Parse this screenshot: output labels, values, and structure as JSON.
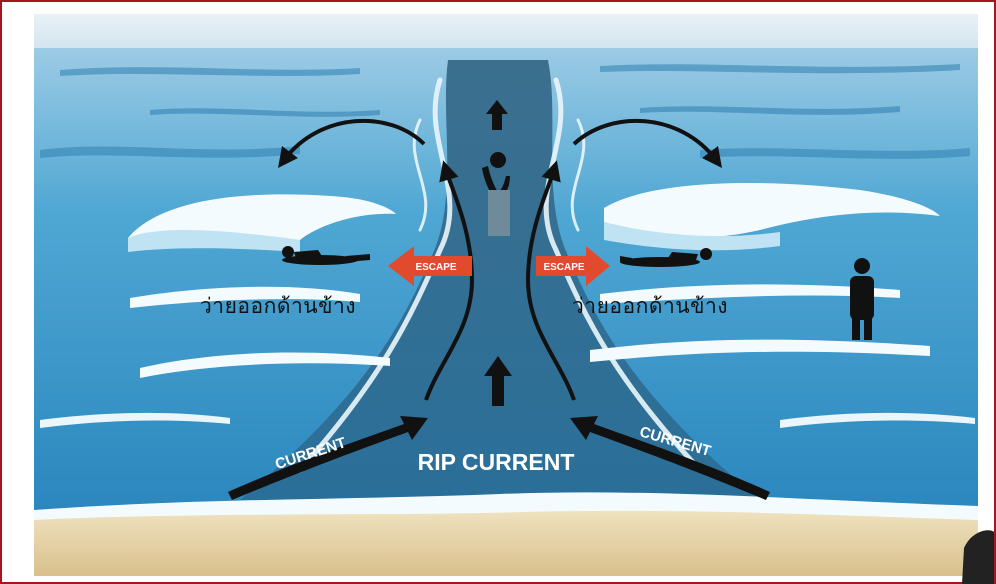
{
  "labels": {
    "rip_current": "RIP CURRENT",
    "current_left": "CURRENT",
    "current_right": "CURRENT",
    "escape_left": "ESCAPE",
    "escape_right": "ESCAPE",
    "swim_sideways_left": "ว่ายออกด้านข้าง",
    "swim_sideways_right": "ว่ายออกด้านข้าง"
  },
  "colors": {
    "frame": "#a3171d",
    "escape_arrow": "#e24a2e",
    "arrow": "#111111",
    "sand": "#e6d3a6",
    "sea_top": "#dbeaf3",
    "sea_mid": "#5db2d8",
    "sea_deep": "#1f6fa2"
  }
}
